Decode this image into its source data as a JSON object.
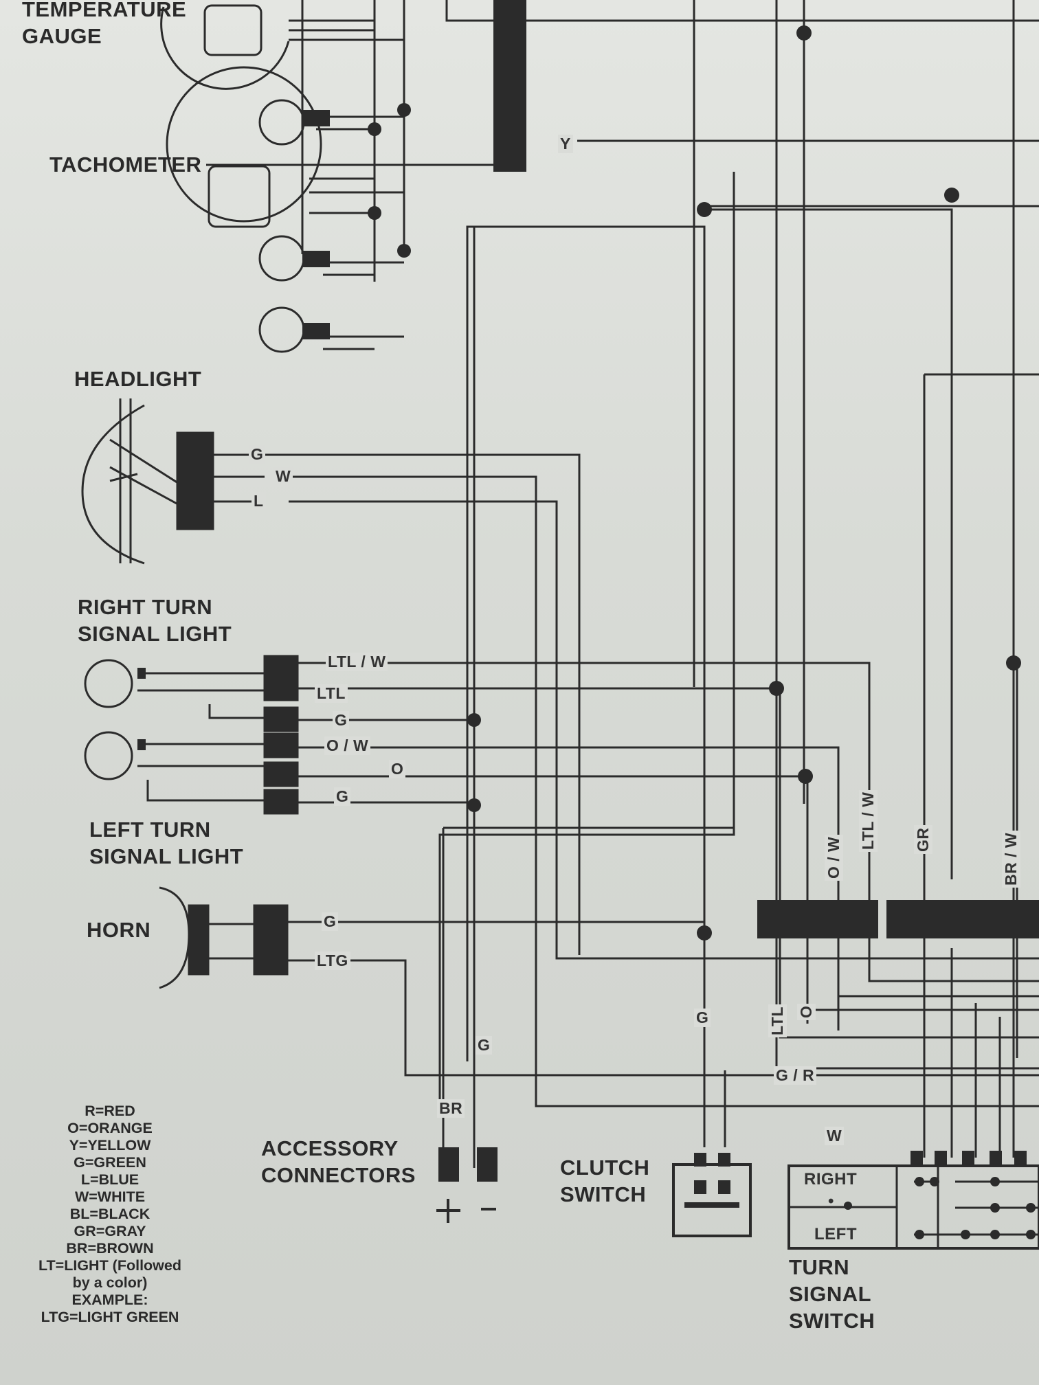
{
  "components": {
    "temperature_gauge": "TEMPERATURE\nGAUGE",
    "tachometer": "TACHOMETER",
    "headlight": "HEADLIGHT",
    "right_turn_signal": "RIGHT TURN\nSIGNAL LIGHT",
    "left_turn_signal": "LEFT TURN\nSIGNAL LIGHT",
    "horn": "HORN",
    "accessory_connectors": "ACCESSORY\nCONNECTORS",
    "clutch_switch": "CLUTCH\nSWITCH",
    "turn_signal_switch": "TURN\nSIGNAL\nSWITCH"
  },
  "turn_switch_rows": [
    "RIGHT",
    "•",
    "LEFT"
  ],
  "accessory_polarity": [
    "+",
    "-"
  ],
  "wire_labels": {
    "tach_y": "Y",
    "head_g": "G",
    "head_w": "W",
    "head_l": "L",
    "rt_ltlw": "LTL / W",
    "rt_ltl": "LTL",
    "rt_g": "G",
    "lt_ow": "O / W",
    "lt_o": "O",
    "lt_g": "G",
    "horn_g": "G",
    "horn_ltg": "LTG",
    "acc_br": "BR",
    "acc_g": "G",
    "clutch_g": "G",
    "ltl_v": "LTL",
    "o_v": "O",
    "gr_h": "G / R",
    "w_h": "W",
    "ow_v": "O / W",
    "ltlw_v": "LTL / W",
    "gr_v": "GR",
    "brw_v": "BR / W"
  },
  "legend": [
    "R=RED",
    "O=ORANGE",
    "Y=YELLOW",
    "G=GREEN",
    "L=BLUE",
    "W=WHITE",
    "BL=BLACK",
    "GR=GRAY",
    "BR=BROWN",
    "LT=LIGHT (Followed",
    "by a color)",
    "EXAMPLE:",
    "LTG=LIGHT GREEN"
  ]
}
